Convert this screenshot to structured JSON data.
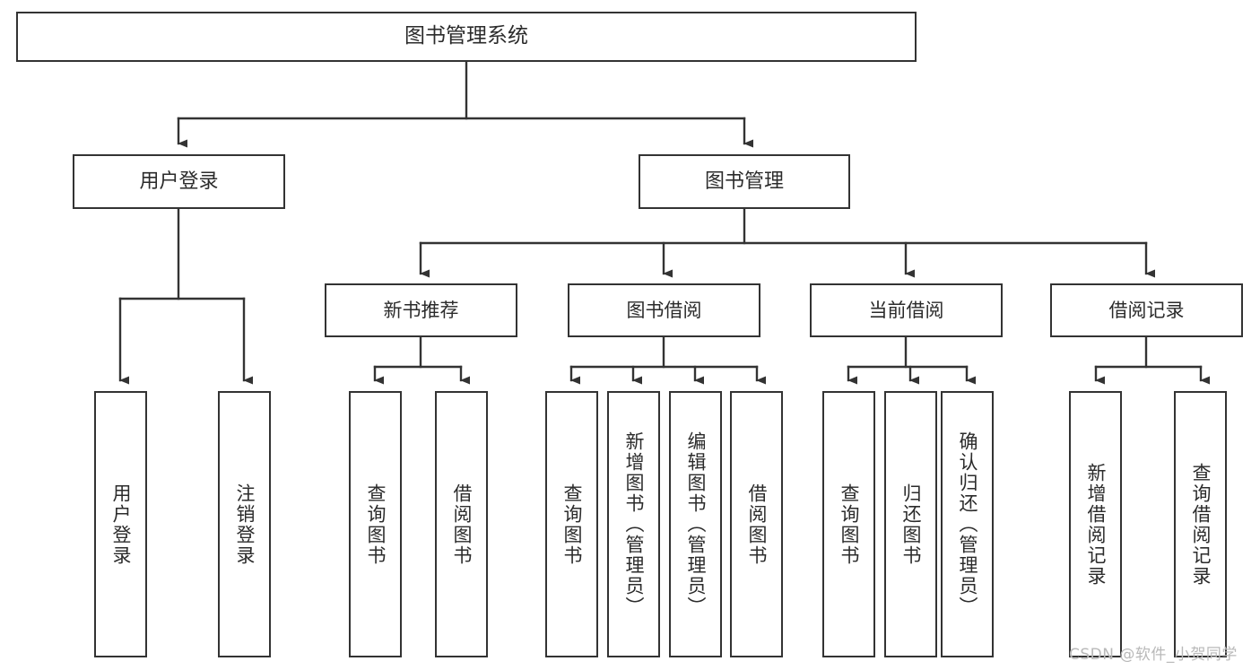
{
  "diagram": {
    "type": "tree",
    "title": "图书管理系统",
    "watermark": "CSDN @软件_小贺同学",
    "colors": {
      "border": "#333333",
      "text": "#2b2b2b",
      "background": "#ffffff",
      "watermark": "#b9b9b9"
    },
    "nodes": {
      "root": {
        "label": "图书管理系统"
      },
      "level2": [
        {
          "label": "用户登录"
        },
        {
          "label": "图书管理"
        }
      ],
      "level3": [
        {
          "label": "新书推荐"
        },
        {
          "label": "图书借阅"
        },
        {
          "label": "当前借阅"
        },
        {
          "label": "借阅记录"
        }
      ],
      "leaves": {
        "user_login": [
          {
            "label": "用户登录"
          },
          {
            "label": "注销登录"
          }
        ],
        "new_book": [
          {
            "label": "查询图书"
          },
          {
            "label": "借阅图书"
          }
        ],
        "book_borrow": [
          {
            "label": "查询图书"
          },
          {
            "label": "新增图书（管理员）"
          },
          {
            "label": "编辑图书（管理员）"
          },
          {
            "label": "借阅图书"
          }
        ],
        "current_borrow": [
          {
            "label": "查询图书"
          },
          {
            "label": "归还图书"
          },
          {
            "label": "确认归还（管理员）"
          }
        ],
        "borrow_record": [
          {
            "label": "新增借阅记录"
          },
          {
            "label": "查询借阅记录"
          }
        ]
      }
    }
  }
}
